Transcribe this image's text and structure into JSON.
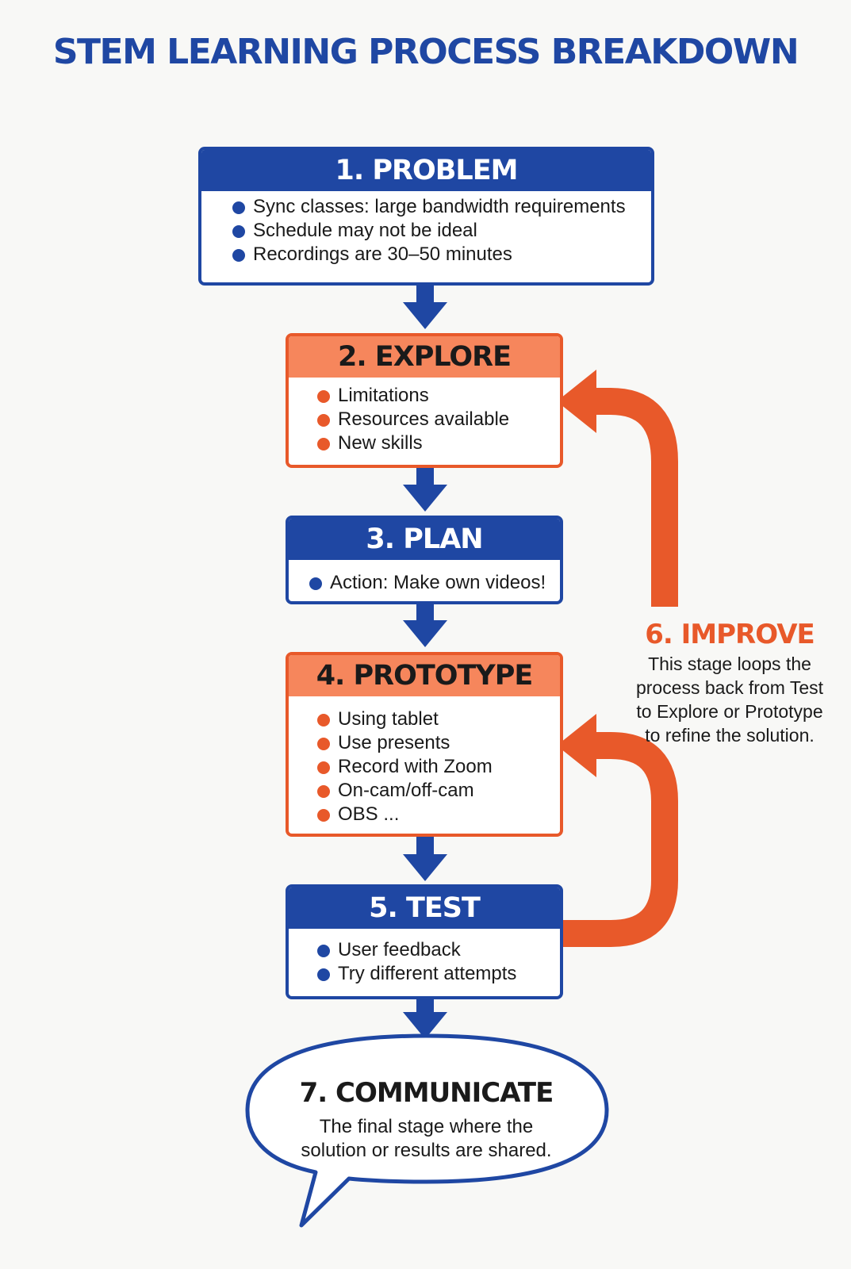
{
  "title": "STEM LEARNING PROCESS BREAKDOWN",
  "colors": {
    "blue": "#1f47a3",
    "orange": "#e8592a",
    "orange_header": "#f6865c"
  },
  "stages": [
    {
      "title": "1. PROBLEM",
      "theme": "blue",
      "items": [
        "Sync classes: large bandwidth requirements",
        "Schedule may not be ideal",
        "Recordings are 30–50 minutes"
      ]
    },
    {
      "title": "2. EXPLORE",
      "theme": "orange",
      "items": [
        "Limitations",
        "Resources available",
        "New skills"
      ]
    },
    {
      "title": "3. PLAN",
      "theme": "blue",
      "items": [
        "Action: Make own videos!"
      ]
    },
    {
      "title": "4. PROTOTYPE",
      "theme": "orange",
      "items": [
        "Using tablet",
        "Use presents",
        "Record with Zoom",
        "On-cam/off-cam",
        "OBS ..."
      ]
    },
    {
      "title": "5. TEST",
      "theme": "blue",
      "items": [
        "User feedback",
        "Try different attempts"
      ]
    }
  ],
  "improve": {
    "title": "6. IMPROVE",
    "description_lines": [
      "This stage loops the",
      "process back from Test",
      "to Explore or Prototype",
      "to refine the solution."
    ]
  },
  "communicate": {
    "title": "7. COMMUNICATE",
    "description_lines": [
      "The final stage where the",
      "solution or results are shared."
    ]
  }
}
